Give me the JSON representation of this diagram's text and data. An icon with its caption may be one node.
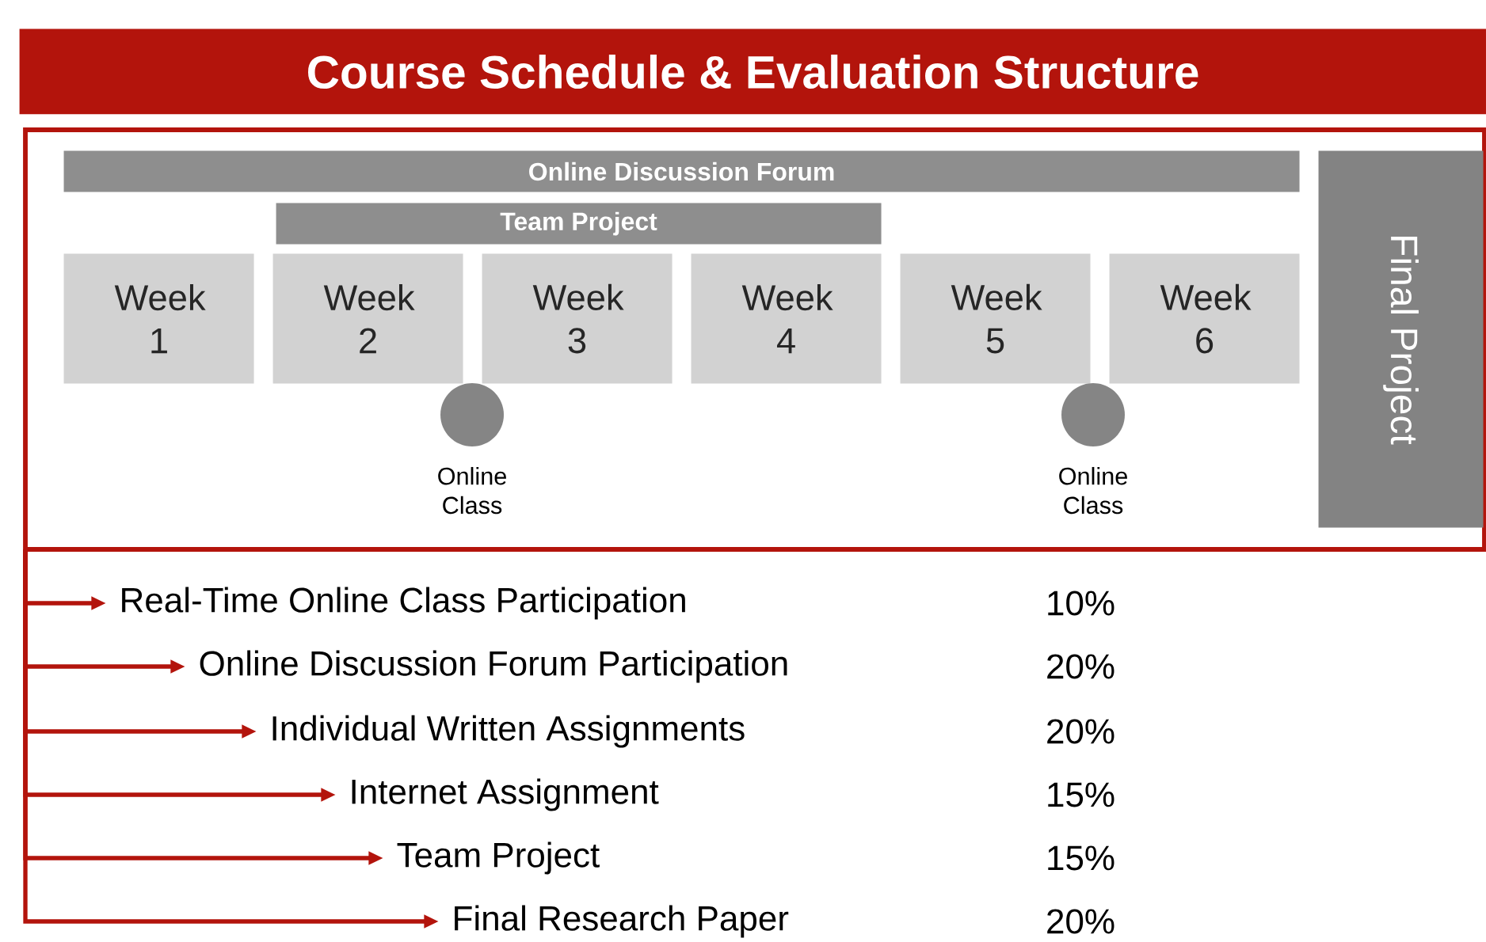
{
  "diagram": {
    "title": "Course Schedule & Evaluation Structure",
    "nodes": [
      {
        "text": [],
        "shape": "box"
      },
      {
        "text": [
          "Online Discussion Forum"
        ],
        "in": 0
      },
      {
        "text": [
          "Team Project"
        ],
        "in": 0
      },
      {
        "text": [
          "Week 1"
        ],
        "in": 0
      },
      {
        "text": [
          "Week 2"
        ],
        "in": 0
      },
      {
        "text": [
          "Week 3"
        ],
        "in": 0
      },
      {
        "text": [
          "Week 4"
        ],
        "in": 0
      },
      {
        "text": [
          "Week 5"
        ],
        "in": 0
      },
      {
        "text": [
          "Week 6"
        ],
        "in": 0
      },
      {
        "text": [],
        "shape": "circle",
        "beside": [
          "Online Class"
        ],
        "in": 0
      },
      {
        "text": [],
        "shape": "circle",
        "beside": [
          "Online Class"
        ],
        "in": 0
      },
      {
        "text": [
          "Final Project"
        ],
        "in": 0
      },
      {
        "text": [
          "Real-Time Online Class Participation"
        ]
      },
      {
        "text": [
          "Online Discussion Forum Participation"
        ]
      },
      {
        "text": [
          "Individual Written Assignments"
        ]
      },
      {
        "text": [
          "Internet Assignment"
        ]
      },
      {
        "text": [
          "Team Project"
        ]
      },
      {
        "text": [
          "Final Research Paper"
        ]
      }
    ],
    "edges": [
      {
        "from": 0,
        "to": 12,
        "arrow": "to"
      },
      {
        "from": 0,
        "to": 13,
        "arrow": "to"
      },
      {
        "from": 0,
        "to": 14,
        "arrow": "to"
      },
      {
        "from": 0,
        "to": 15,
        "arrow": "to"
      },
      {
        "from": 0,
        "to": 16,
        "arrow": "to"
      },
      {
        "from": 0,
        "to": 17,
        "arrow": "to"
      }
    ],
    "labels": [
      "10%",
      "20%",
      "20%",
      "15%",
      "15%",
      "20%"
    ]
  }
}
